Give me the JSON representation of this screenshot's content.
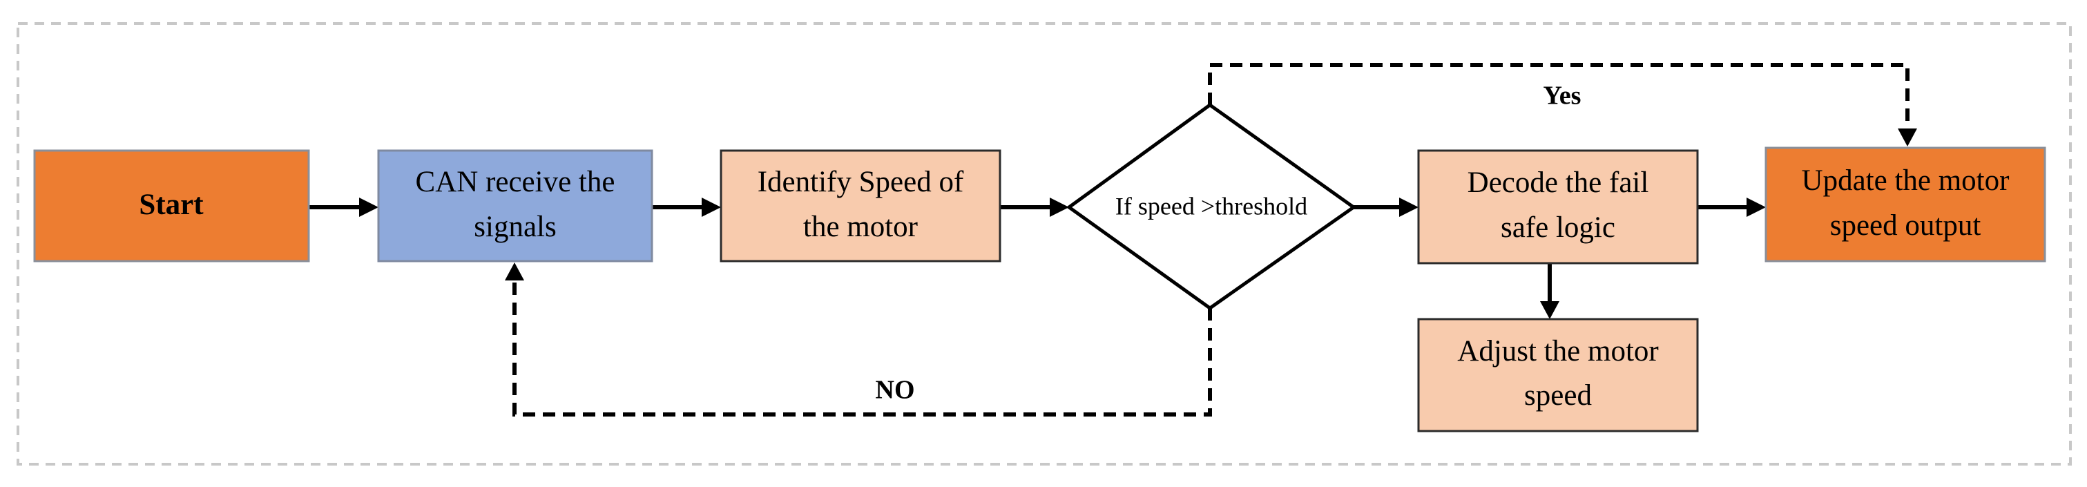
{
  "flowchart": {
    "nodes": {
      "start": {
        "label": "Start"
      },
      "can_receive": {
        "line1": "CAN receive the",
        "line2": "signals"
      },
      "identify_speed": {
        "line1": "Identify Speed of",
        "line2": "the motor"
      },
      "decision": {
        "label": "If speed >threshold"
      },
      "decode": {
        "line1": "Decode the fail",
        "line2": "safe logic"
      },
      "update": {
        "line1": "Update the motor",
        "line2": "speed output"
      },
      "adjust": {
        "line1": "Adjust the motor",
        "line2": "speed"
      }
    },
    "edges": {
      "yes_label": "Yes",
      "no_label": "NO"
    },
    "colors": {
      "terminal": "#ED7D31",
      "input": "#8EA9DB",
      "process": "#F8CBAD",
      "decision_fill": "#FFFFFF"
    }
  }
}
